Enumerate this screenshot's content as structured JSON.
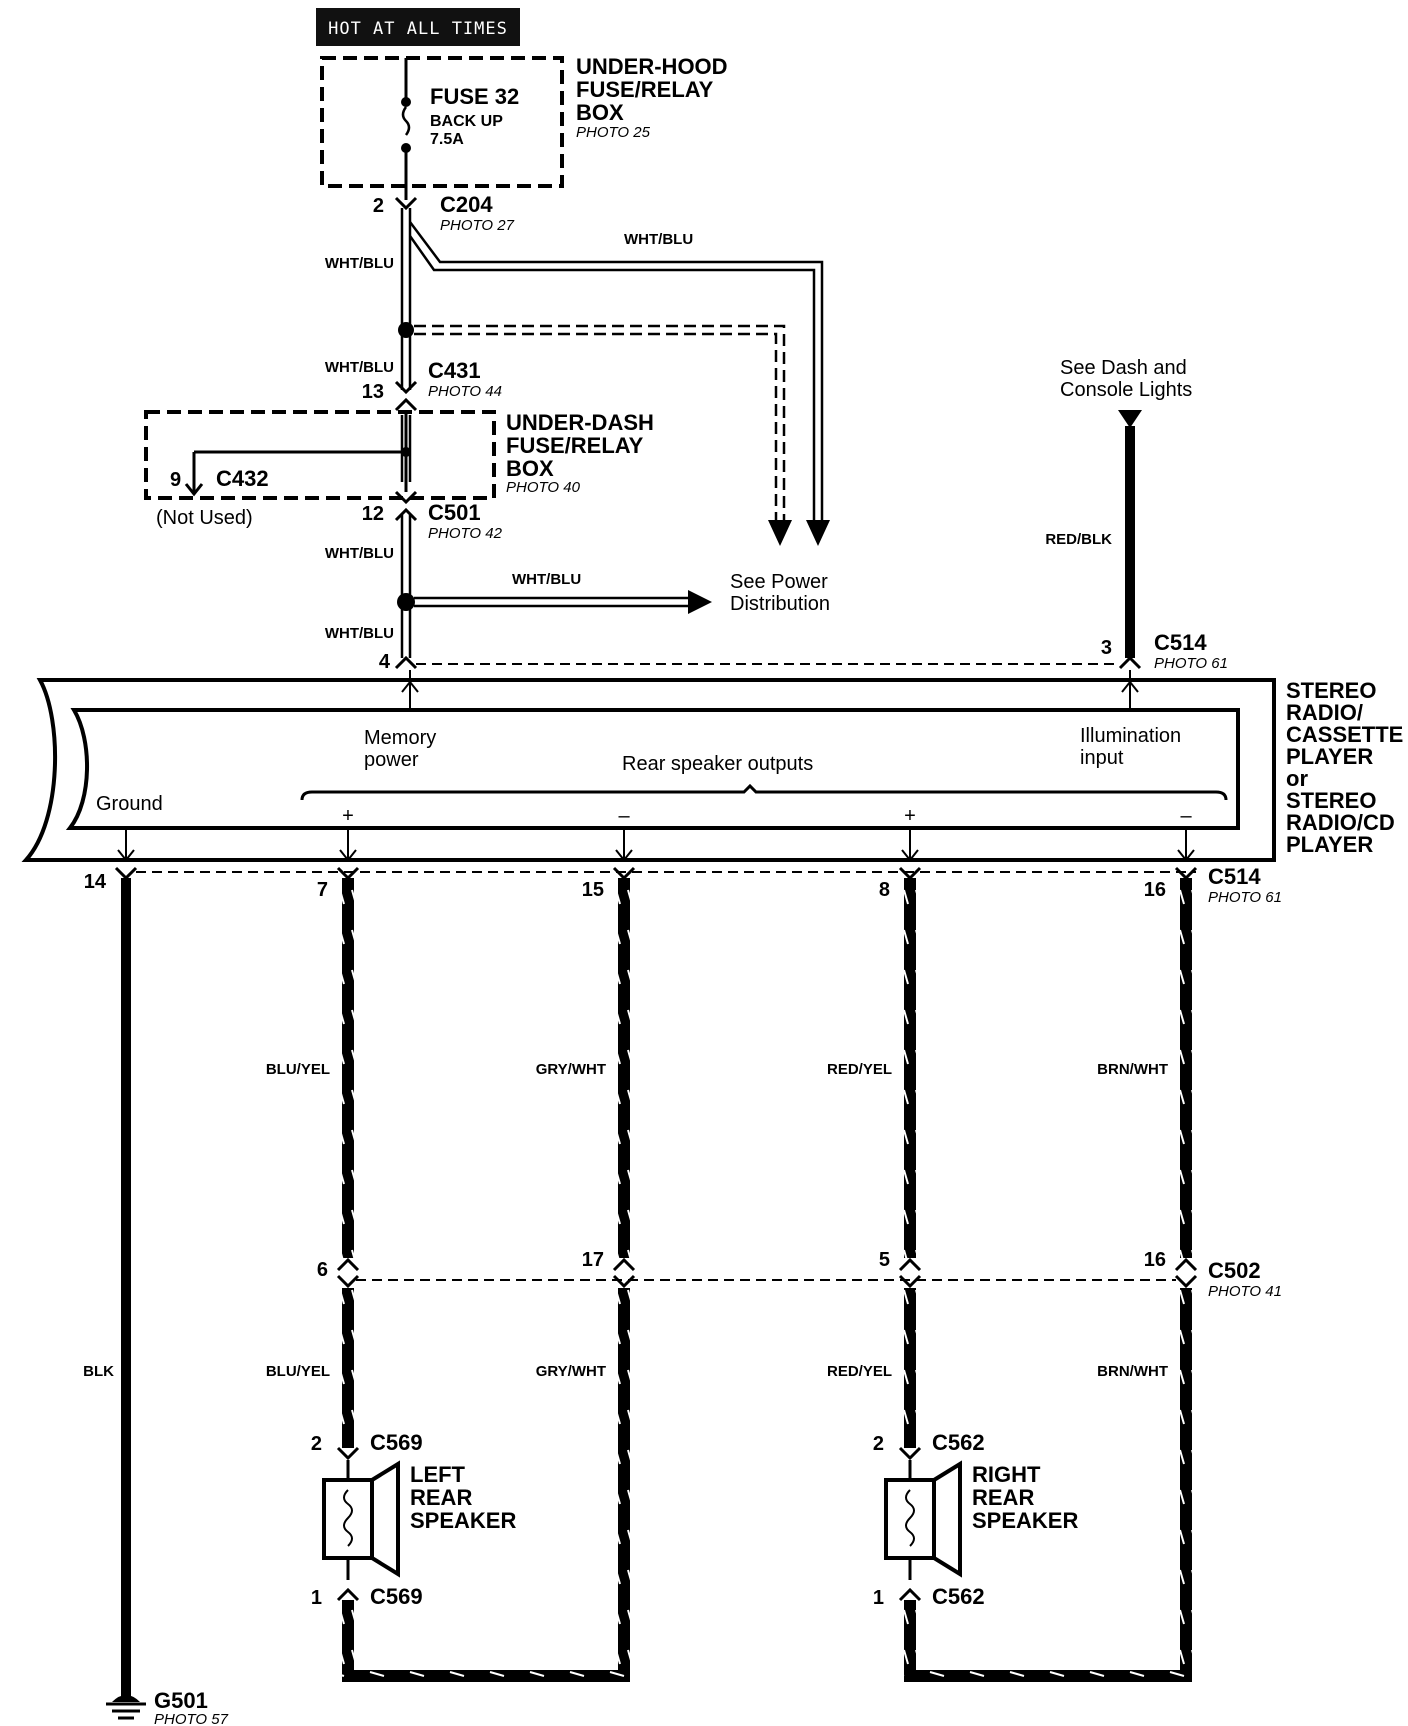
{
  "header": {
    "hot_label": "HOT AT ALL TIMES"
  },
  "underhood_box": {
    "title_lines": [
      "UNDER-HOOD",
      "FUSE/RELAY",
      "BOX"
    ],
    "photo": "PHOTO 25",
    "fuse_name": "FUSE 32",
    "fuse_desc_lines": [
      "BACK UP",
      "7.5A"
    ]
  },
  "underdash_box": {
    "title_lines": [
      "UNDER-DASH",
      "FUSE/RELAY",
      "BOX"
    ],
    "photo": "PHOTO 40"
  },
  "connectors": {
    "c204": {
      "name": "C204",
      "photo": "PHOTO 27",
      "pin": "2"
    },
    "c431": {
      "name": "C431",
      "photo": "PHOTO 44",
      "pin": "13"
    },
    "c432": {
      "name": "C432",
      "pin": "9",
      "note": "(Not Used)"
    },
    "c501": {
      "name": "C501",
      "photo": "PHOTO 42",
      "pin": "12"
    },
    "c514_top": {
      "name": "C514",
      "photo": "PHOTO 61",
      "pin_left": "4",
      "pin_right": "3"
    },
    "c514_bottom": {
      "name": "C514",
      "photo": "PHOTO 61",
      "pins": [
        "14",
        "7",
        "15",
        "8",
        "16"
      ]
    },
    "c502": {
      "name": "C502",
      "photo": "PHOTO 41",
      "pins": [
        "6",
        "17",
        "5",
        "16"
      ]
    },
    "c569_top": {
      "name": "C569",
      "pin": "2"
    },
    "c569_bot": {
      "name": "C569",
      "pin": "1"
    },
    "c562_top": {
      "name": "C562",
      "pin": "2"
    },
    "c562_bot": {
      "name": "C562",
      "pin": "1"
    },
    "g501": {
      "name": "G501",
      "photo": "PHOTO 57"
    }
  },
  "wires": {
    "wht_blu": "WHT/BLU",
    "red_blk": "RED/BLK",
    "blu_yel": "BLU/YEL",
    "gry_wht": "GRY/WHT",
    "red_yel": "RED/YEL",
    "brn_wht": "BRN/WHT",
    "blk": "BLK"
  },
  "references": {
    "dash_lines": [
      "See Dash and",
      "Console Lights"
    ],
    "power_lines": [
      "See Power",
      "Distribution"
    ]
  },
  "radio": {
    "title_lines": [
      "STEREO",
      "RADIO/",
      "CASSETTE",
      "PLAYER",
      "or",
      "STEREO",
      "RADIO/CD",
      "PLAYER"
    ],
    "memory_lines": [
      "Memory",
      "power"
    ],
    "illumination_lines": [
      "Illumination",
      "input"
    ],
    "rear_outputs": "Rear speaker outputs",
    "ground": "Ground",
    "polarity": [
      "+",
      "–",
      "+",
      "–"
    ]
  },
  "speakers": {
    "left_lines": [
      "LEFT",
      "REAR",
      "SPEAKER"
    ],
    "right_lines": [
      "RIGHT",
      "REAR",
      "SPEAKER"
    ]
  }
}
